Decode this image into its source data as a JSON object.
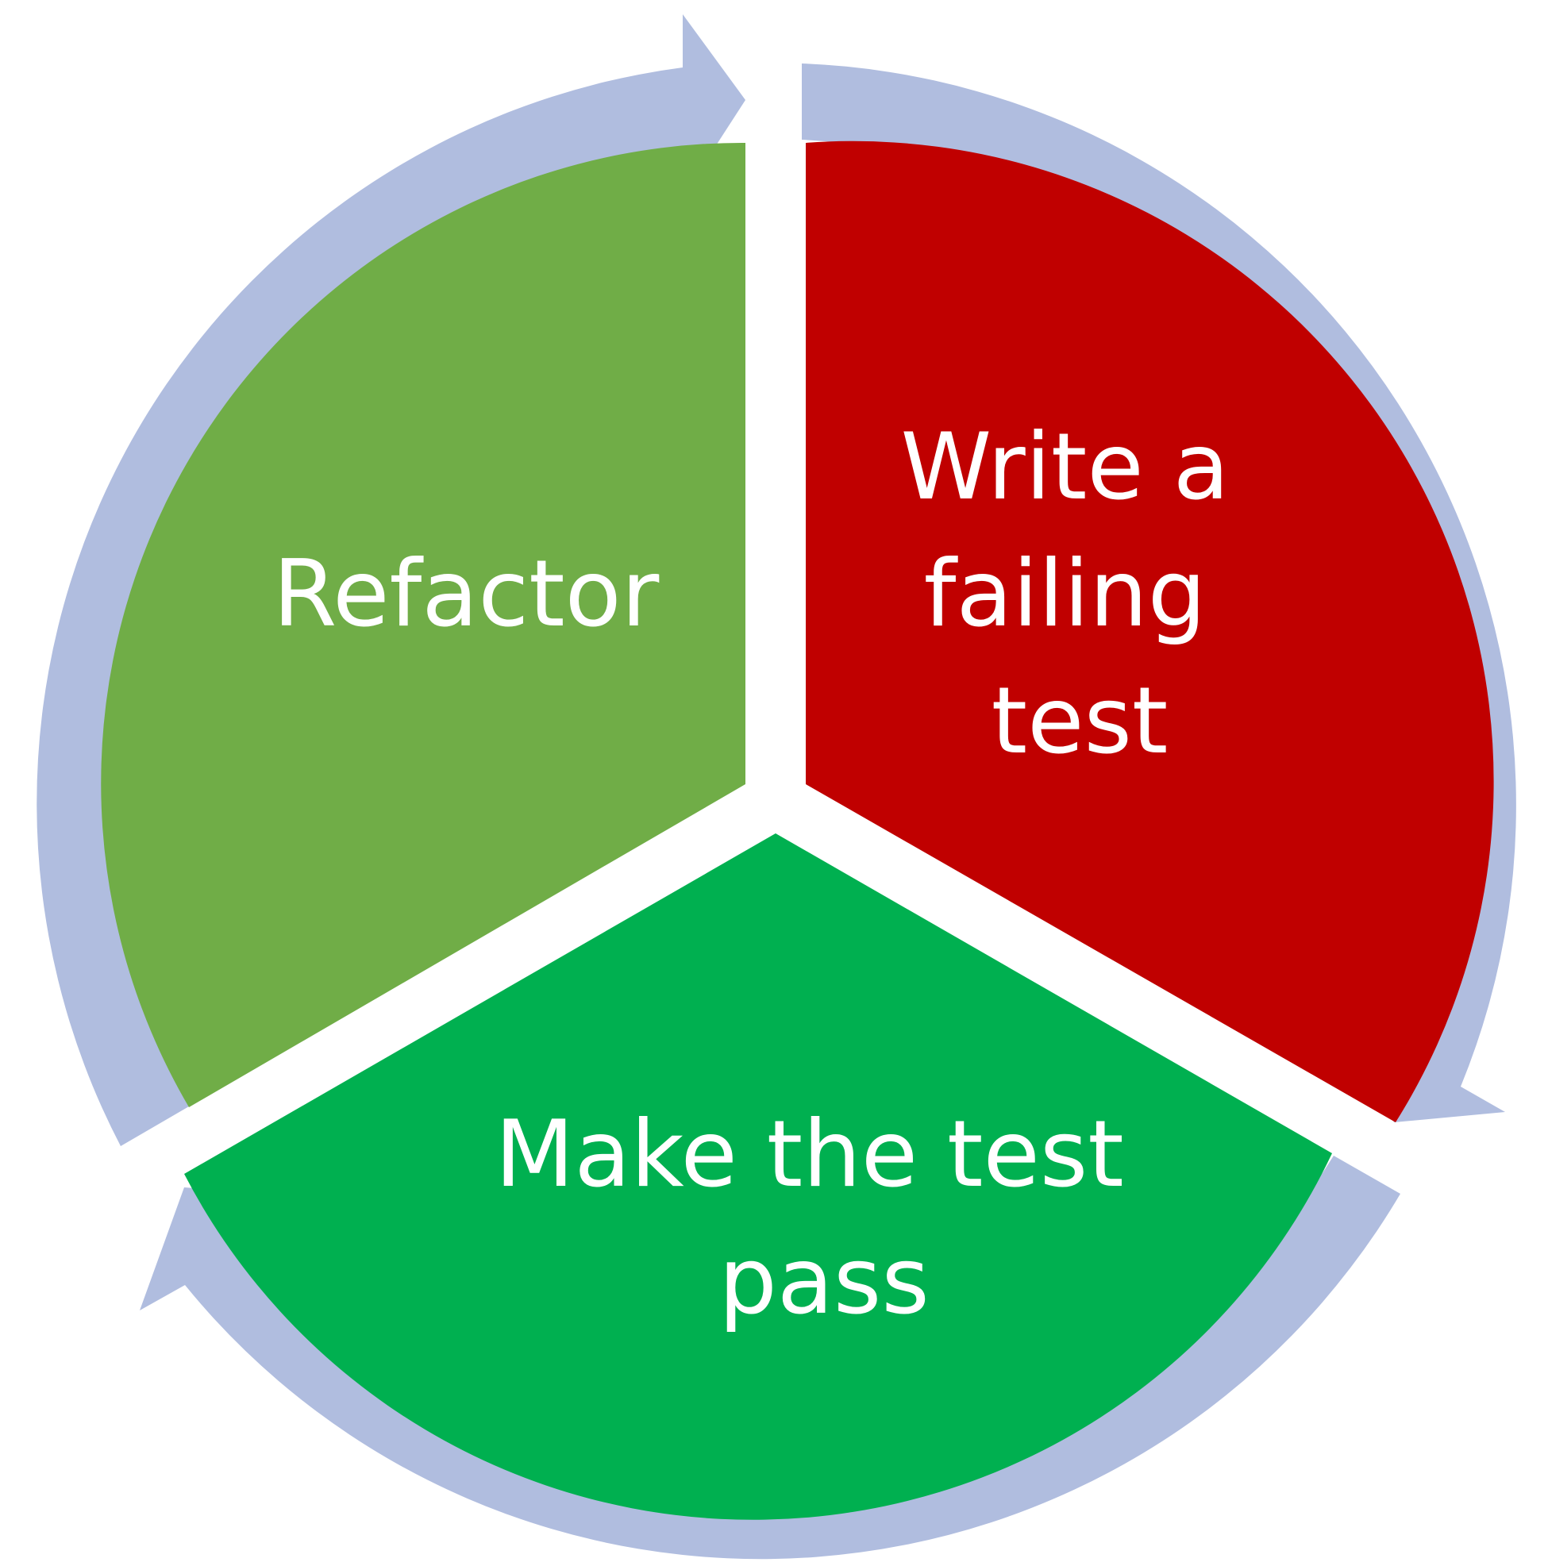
{
  "diagram": {
    "segments": [
      {
        "id": "write",
        "lines": [
          "Write a",
          "failing",
          "test"
        ],
        "color": "#c00000"
      },
      {
        "id": "pass",
        "lines": [
          "Make the test",
          "pass"
        ],
        "color": "#00b050"
      },
      {
        "id": "refactor",
        "lines": [
          "Refactor"
        ],
        "color": "#70ad47"
      }
    ],
    "arrow_color": "#b0bddf"
  }
}
